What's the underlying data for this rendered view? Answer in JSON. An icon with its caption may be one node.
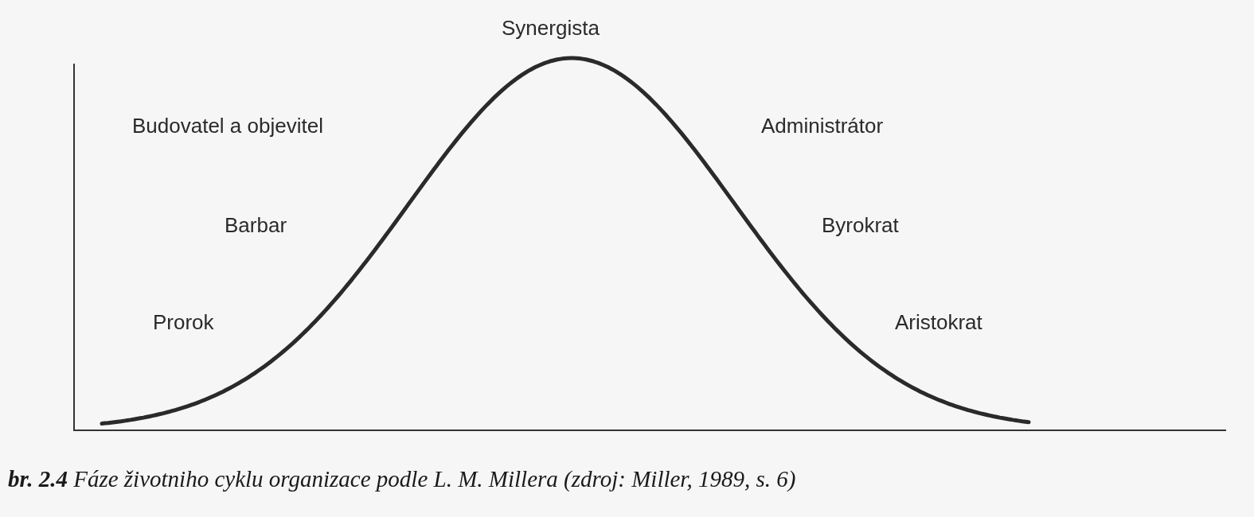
{
  "diagram": {
    "caption": "**br. 2.4** Fáze životniho cyklu organizace podle L. M. Millera (zdroj: Miller, 1989, s. 6)",
    "labels": [
      "Synergista",
      "Budovatel a objevitel",
      "Administrátor",
      "Barbar",
      "Byrokrat",
      "Prorok",
      "Aristokrat"
    ]
  }
}
